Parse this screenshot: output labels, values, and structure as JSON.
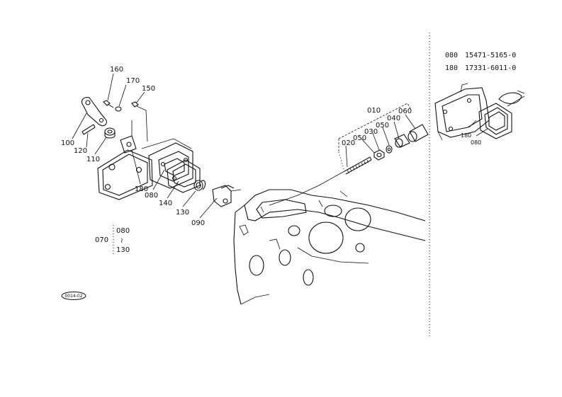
{
  "callouts": {
    "c160": "160",
    "c170": "170",
    "c150": "150",
    "c100": "100",
    "c120": "120",
    "c110": "110",
    "c180": "180",
    "c080": "080",
    "c140": "140",
    "c130": "130",
    "c090": "090",
    "c010": "010",
    "c060": "060",
    "c040": "040",
    "c050a": "050",
    "c030": "030",
    "c050b": "050",
    "c020": "020"
  },
  "range_group": {
    "label": "070",
    "from": "080",
    "sep": "≀",
    "to": "130"
  },
  "part_refs": [
    {
      "key": "080",
      "number": "15471-5165-0"
    },
    {
      "key": "180",
      "number": "17331-6011-0"
    }
  ],
  "inset_callouts": {
    "a": "180",
    "b": "080"
  },
  "figure_tag": "0014-02"
}
